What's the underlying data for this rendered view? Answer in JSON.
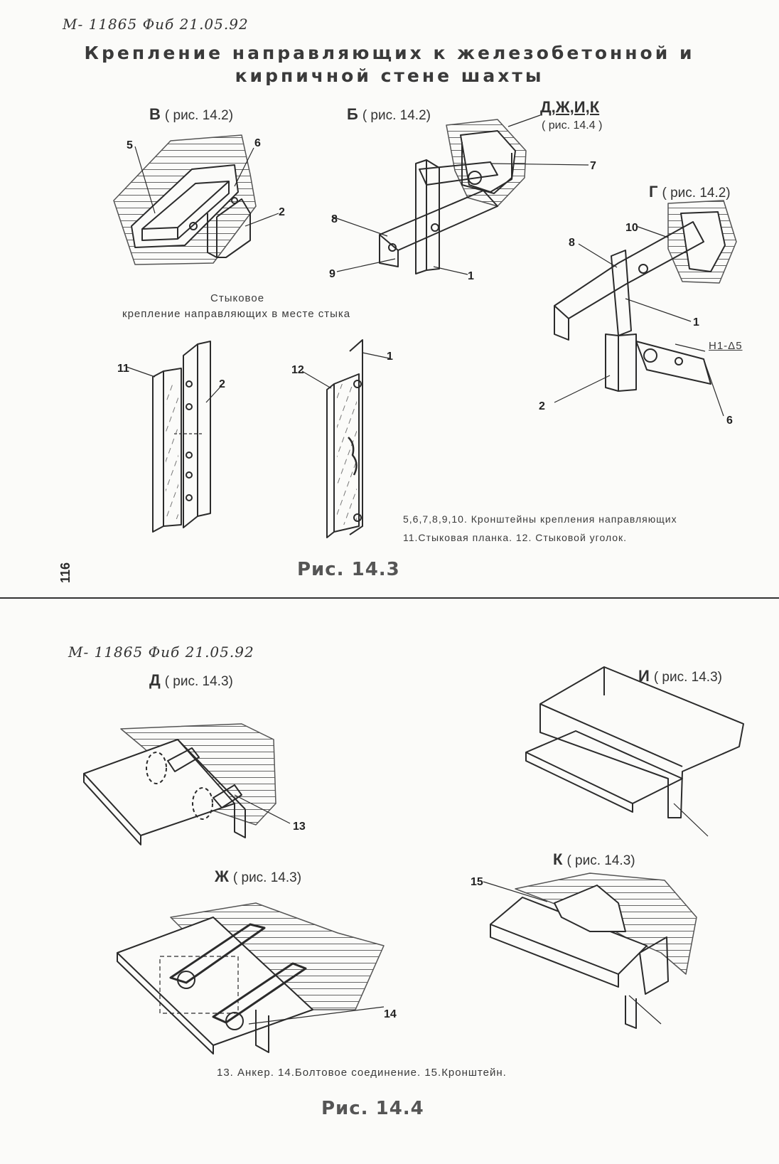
{
  "top": {
    "stamp": "М- 11865  Фиб  21.05.92",
    "title_line1": "Крепление направляющих к железобетонной и",
    "title_line2": "кирпичной стене шахты",
    "view_v": {
      "letter": "В",
      "ref": "( рис. 14.2)"
    },
    "view_b": {
      "letter": "Б",
      "ref": "( рис. 14.2)"
    },
    "view_dzhik": {
      "letter": "Д,Ж,И,К",
      "ref": "( рис. 14.4 )"
    },
    "view_g": {
      "letter": "Г",
      "ref": "( рис. 14.2)"
    },
    "joint_caption_1": "Стыковое",
    "joint_caption_2": "крепление направляющих в месте стыка",
    "h1_mark": "Н1-Δ5",
    "legend_1": "5,6,7,8,9,10. Кронштейны крепления направляющих",
    "legend_2": "11.Стыковая планка. 12. Стыковой уголок.",
    "figure": "Рис. 14.3",
    "page_number": "116",
    "callouts": [
      "5",
      "6",
      "2",
      "7",
      "8",
      "9",
      "1",
      "10",
      "8",
      "1",
      "6",
      "2",
      "11",
      "2",
      "12",
      "1"
    ]
  },
  "bottom": {
    "stamp": "М- 11865  Фиб  21.05.92",
    "view_d": {
      "letter": "Д",
      "ref": "( рис. 14.3)"
    },
    "view_i": {
      "letter": "И",
      "ref": "( рис. 14.3)"
    },
    "view_zh": {
      "letter": "Ж",
      "ref": "( рис. 14.3)"
    },
    "view_k": {
      "letter": "К",
      "ref": "( рис. 14.3)"
    },
    "callouts": [
      "13",
      "14",
      "15"
    ],
    "legend": "13. Анкер. 14.Болтовое соединение. 15.Кронштейн.",
    "figure": "Рис. 14.4"
  }
}
